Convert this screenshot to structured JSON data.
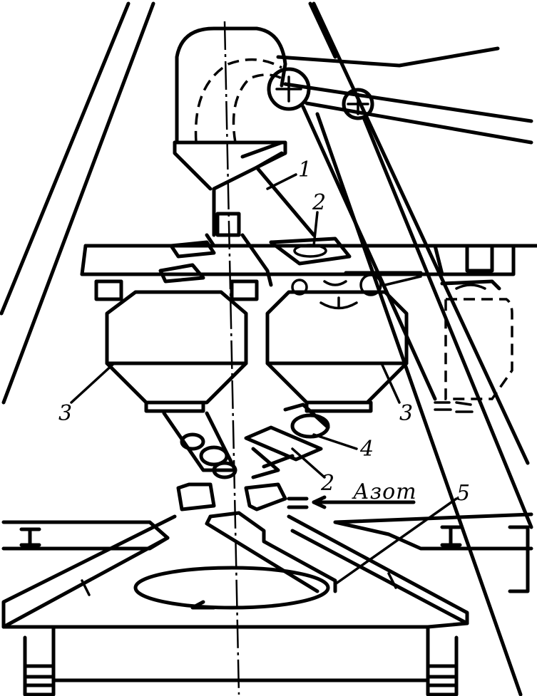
{
  "labels": {
    "l1": "1",
    "l2a": "2",
    "l2b": "2",
    "l3a": "3",
    "l3b": "3",
    "l4": "4",
    "l5": "5",
    "nitrogen": "Азот"
  }
}
